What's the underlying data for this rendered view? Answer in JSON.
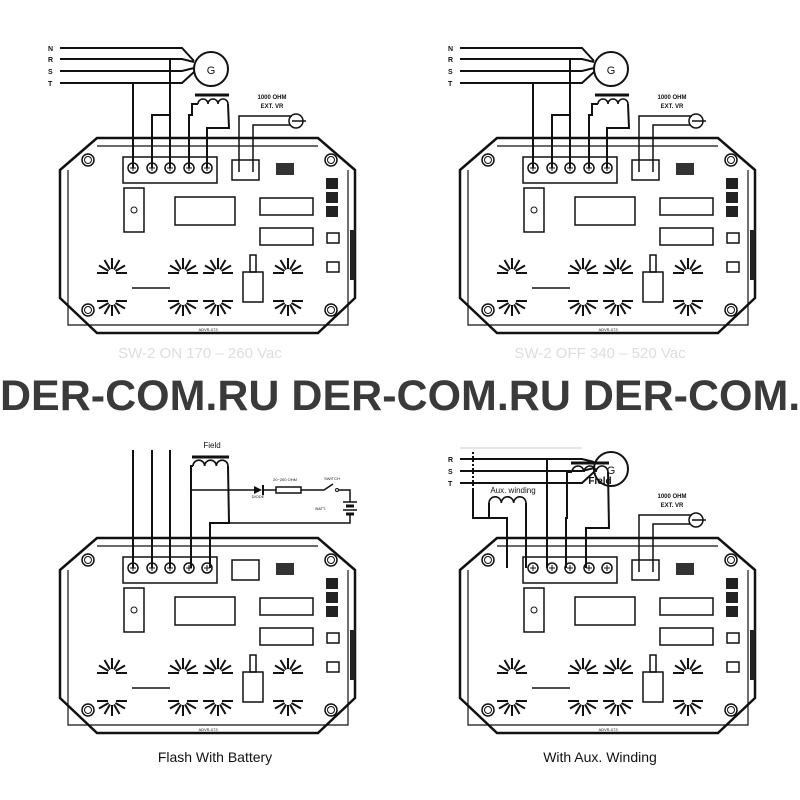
{
  "watermark": "DER-COM.RU DER-COM.RU DER-COM.RU",
  "board_label": "ADVR-073",
  "phases": [
    "N",
    "R",
    "S",
    "T"
  ],
  "generator_symbol": "G",
  "panels": [
    {
      "caption": "SW-2 ON    170 – 260 Vac",
      "ext_vr": [
        "1000  OHM",
        "EXT. VR"
      ]
    },
    {
      "caption": "SW-2 OFF    340 – 520 Vac",
      "ext_vr": [
        "1000  OHM",
        "EXT. VR"
      ]
    },
    {
      "caption": "Flash With Battery",
      "field": "Field",
      "diode": "DIODE",
      "resistor": "20~200  OHM",
      "switch": "SWITCH",
      "battery": "BATT."
    },
    {
      "caption": "With Aux. Winding",
      "aux": "Aux. winding",
      "field": "Field",
      "ext_vr": [
        "1000  OHM",
        "EXT. VR"
      ]
    }
  ]
}
